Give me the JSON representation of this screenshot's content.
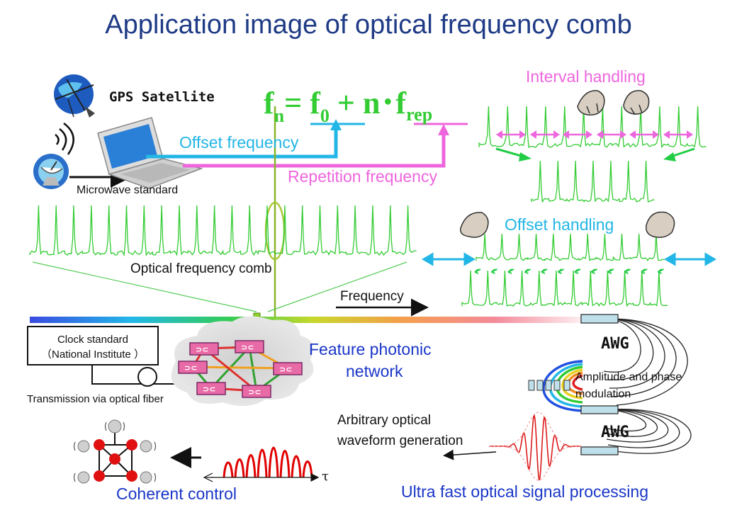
{
  "title": "Application image of optical frequency comb",
  "formula": {
    "f": "f",
    "n": "n",
    "eq": "= ",
    "f0_f": "f",
    "f0_sub": "0",
    "plus": " + ",
    "n2": "n",
    "dot": "･",
    "frep_f": "f",
    "frep_sub": "rep"
  },
  "labels": {
    "gps": "GPS Satellite",
    "microwave": "Microwave standard",
    "offset_freq": "Offset frequency",
    "repetition_freq": "Repetition frequency",
    "interval_handling": "Interval handling",
    "offset_handling": "Offset handling",
    "comb": "Optical frequency comb",
    "frequency": "Frequency",
    "clock_line1": "Clock standard",
    "clock_line2": "（National Institute ）",
    "transmission": "Transmission via optical fiber",
    "photonic_line1": "Feature photonic",
    "photonic_line2": "network",
    "awg_top": "AWG",
    "awg_bottom": "AWG",
    "amp_line1": "Amplitude  and phase",
    "amp_line2": "modulation",
    "arb_line1": "Arbitrary optical",
    "arb_line2": "waveform generation",
    "tau": "τ",
    "coherent": "Coherent control",
    "ultrafast": "Ultra fast optical signal processing"
  },
  "colors": {
    "title": "#1f3b86",
    "comb": "#33cc33",
    "offset": "#22b6e6",
    "repetition": "#ee66dd",
    "label_blue": "#1a36c8",
    "pulse_red": "#e00000"
  },
  "icons": [
    "satellite-icon",
    "antenna-dish-icon",
    "laptop-icon",
    "hand-icon",
    "router-node-icon",
    "molecule-icon",
    "ring-fiber-icon"
  ]
}
